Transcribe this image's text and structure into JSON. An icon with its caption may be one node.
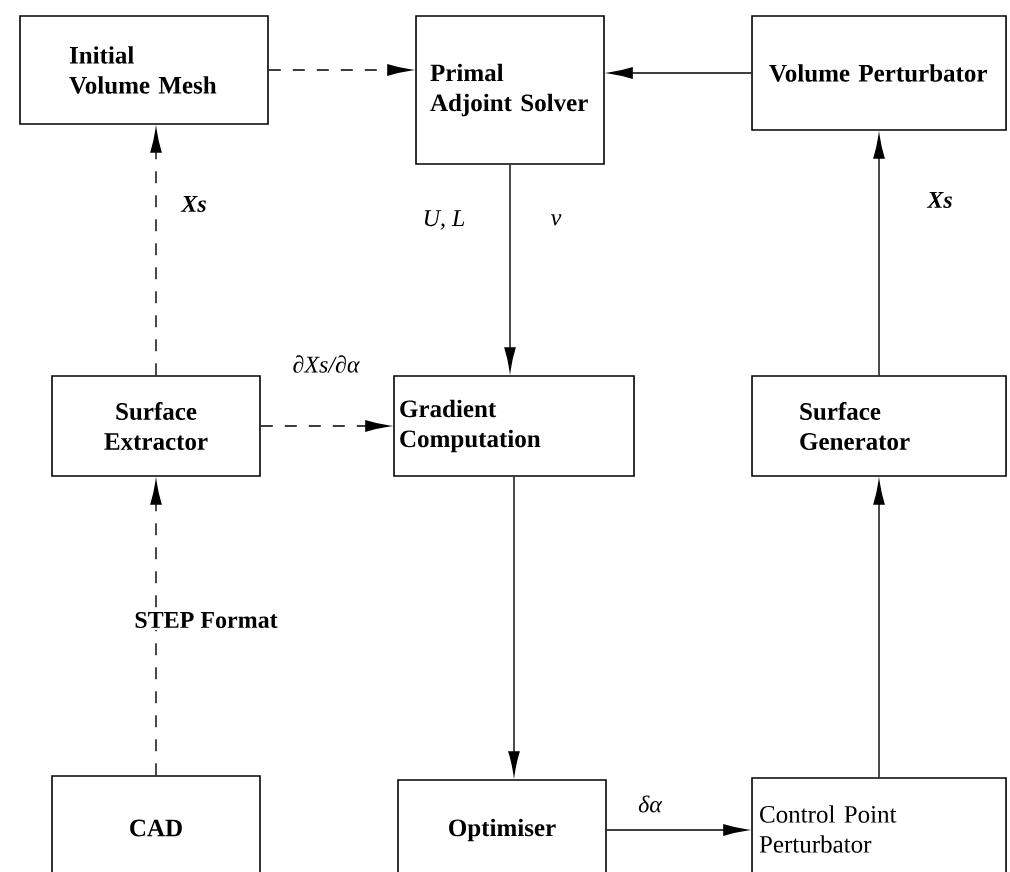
{
  "diagram": {
    "nodes": [
      {
        "text": [
          "Initial Volume Mesh"
        ]
      },
      {
        "text": [
          "Primal Adjoint Solver"
        ]
      },
      {
        "text": [
          "Volume Perturbator"
        ]
      },
      {
        "text": [
          "Surface Extractor"
        ]
      },
      {
        "text": [
          "Gradient Computation"
        ]
      },
      {
        "text": [
          "Surface Generator"
        ]
      },
      {
        "text": [
          "CAD"
        ]
      },
      {
        "text": [
          "Optimiser"
        ]
      },
      {
        "text": [
          "Control Point Perturbator"
        ]
      }
    ],
    "edges": [
      {
        "from": 0,
        "to": 1,
        "arrow": "to",
        "style": "dashed"
      },
      {
        "from": 2,
        "to": 1,
        "arrow": "to"
      },
      {
        "from": 3,
        "to": 0,
        "arrow": "to",
        "style": "dashed",
        "label": "Xs"
      },
      {
        "from": 1,
        "to": 4,
        "arrow": "to",
        "label": "U, L"
      },
      {
        "from": 3,
        "to": 4,
        "arrow": "to",
        "style": "dashed",
        "label": "∂Xs/∂α"
      },
      {
        "from": 5,
        "to": 2,
        "arrow": "to",
        "label": "Xs"
      },
      {
        "from": 6,
        "to": 3,
        "arrow": "to",
        "style": "dashed",
        "label": "STEP Format"
      },
      {
        "from": 4,
        "to": 7,
        "arrow": "to"
      },
      {
        "from": 7,
        "to": 8,
        "arrow": "to",
        "label": "δα"
      },
      {
        "from": 8,
        "to": 5,
        "arrow": "to"
      }
    ],
    "labels": [
      "ν"
    ]
  }
}
